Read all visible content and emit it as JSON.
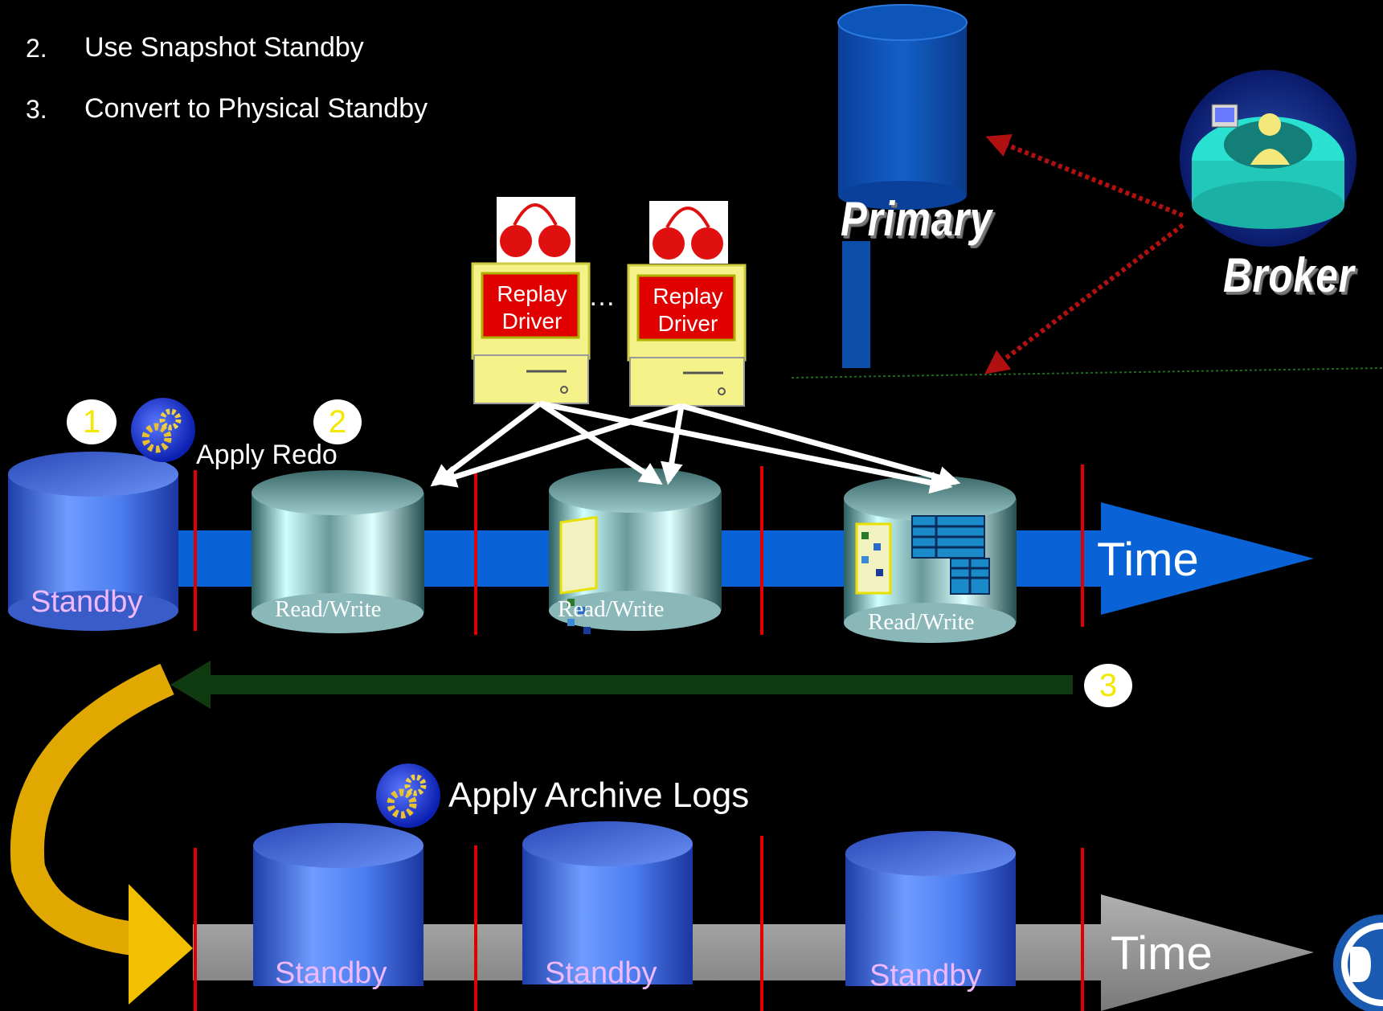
{
  "steps": [
    {
      "num": "2.",
      "text": "Use Snapshot Standby"
    },
    {
      "num": "3.",
      "text": "Convert to Physical Standby"
    }
  ],
  "nodes": {
    "primary": "Primary",
    "broker": "Broker",
    "replay_driver": "Replay Driver",
    "ellipsis": "…"
  },
  "labels": {
    "apply_redo": "Apply Redo",
    "apply_archive_logs": "Apply Archive Logs",
    "standby": "Standby",
    "read_write": "Read/Write",
    "time": "Time"
  },
  "badges": [
    "1",
    "2",
    "3"
  ],
  "colors": {
    "background": "#000000",
    "timeline_blue": "#0a63d6",
    "timeline_gray": "#9a9a9a",
    "red_divider": "#e00000",
    "badge_number": "#f2e800",
    "standby_label": "#f0b8ff",
    "broker_link": "#b01010",
    "convert_arrow": "#0f3a10",
    "curve_arrow": "#f2b800"
  },
  "icons": [
    "gear-icon",
    "replay-client-icon",
    "database-cylinder-icon",
    "broker-console-icon",
    "grid-table-icon",
    "dell-logo-icon"
  ]
}
